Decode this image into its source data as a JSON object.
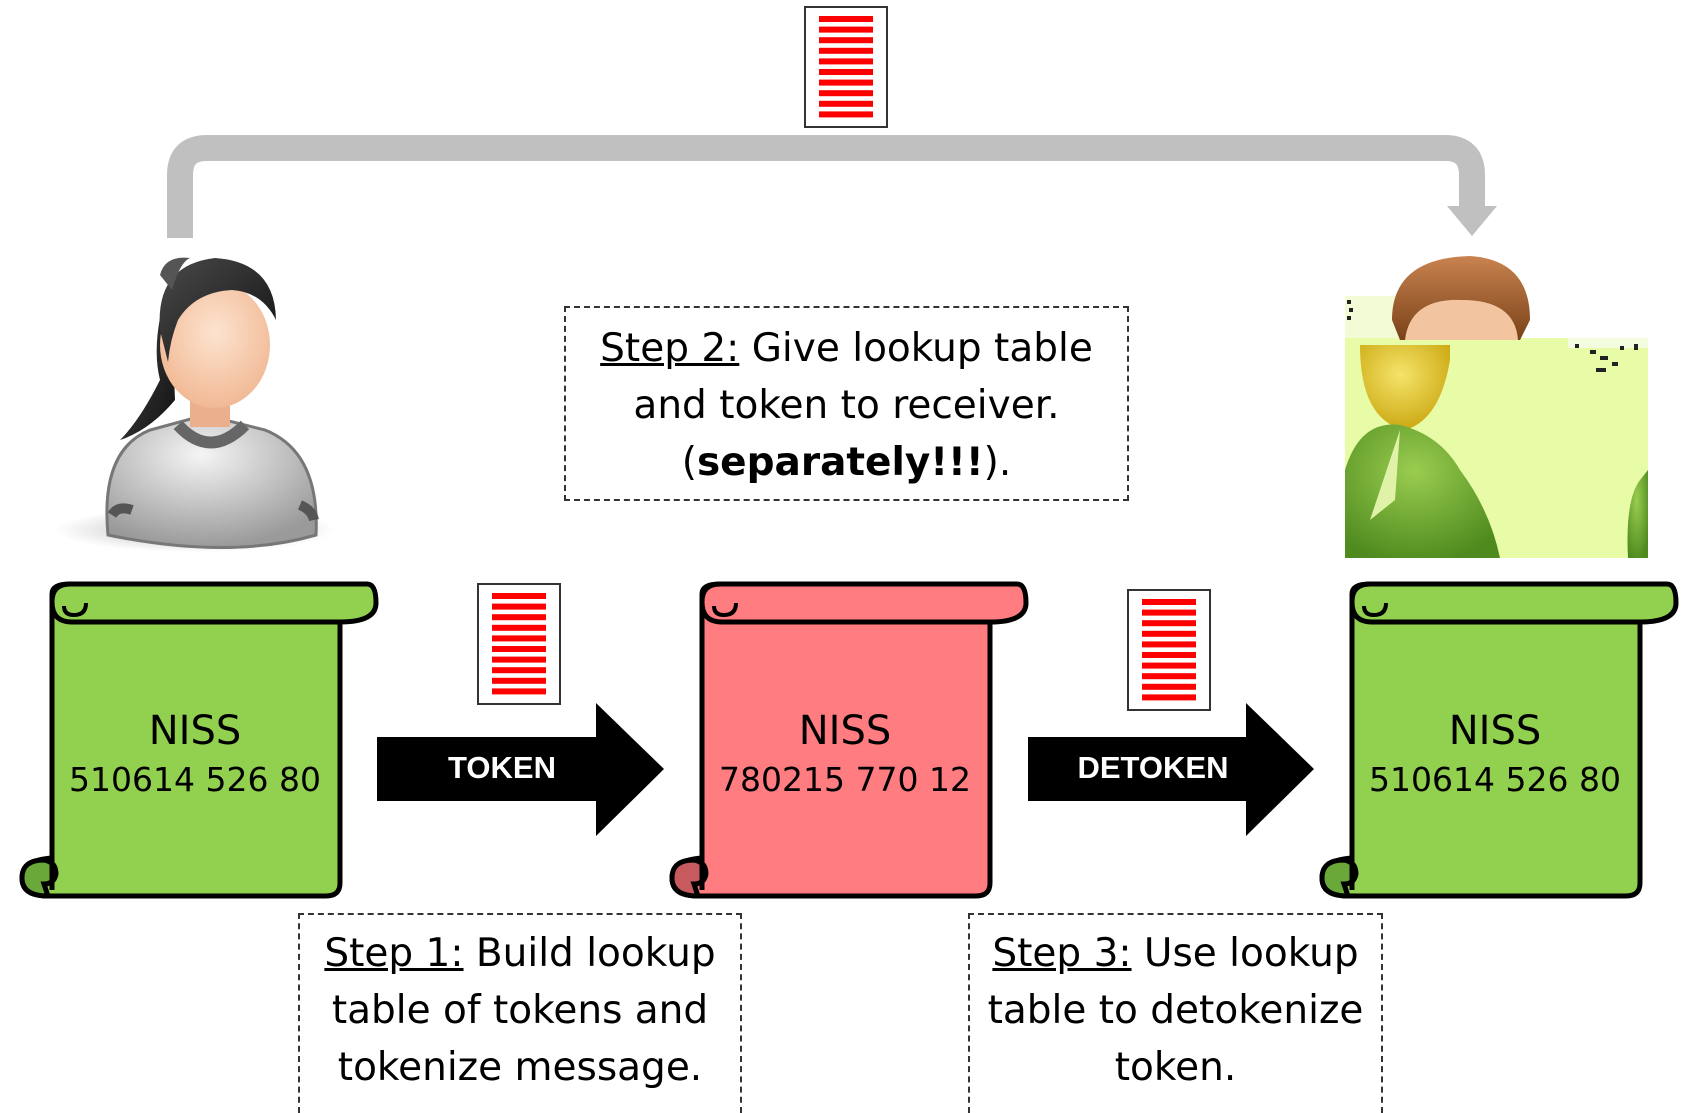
{
  "step2": {
    "label": "Step 2:",
    "line1_rest": " Give lookup table",
    "line2": "and token to receiver.",
    "line3_open": "(",
    "line3_bold": "separately!!!",
    "line3_close": ")."
  },
  "step1": {
    "label": "Step 1:",
    "line1_rest": " Build lookup",
    "line2": "table of tokens and",
    "line3": "tokenize message."
  },
  "step3": {
    "label": "Step 3:",
    "line1_rest": " Use lookup",
    "line2": "table to detokenize",
    "line3": "token."
  },
  "scrolls": [
    {
      "title": "NISS",
      "number": "510614 526 80",
      "color": "#92d050"
    },
    {
      "title": "NISS",
      "number": "780215 770 12",
      "color": "#ff7c80"
    },
    {
      "title": "NISS",
      "number": "510614 526 80",
      "color": "#92d050"
    }
  ],
  "arrows": {
    "token_label": "TOKEN",
    "detoken_label": "DETOKEN"
  },
  "colors": {
    "green_scroll": "#92d050",
    "red_scroll": "#ff7c80",
    "lookup_stripes": "#ff0000",
    "curved_arrow": "#c0c0c0",
    "process_arrow": "#000000"
  },
  "icons": {
    "sender": "female-user-icon",
    "receiver": "male-user-icon",
    "lookup_table": "lookup-table-icon"
  }
}
